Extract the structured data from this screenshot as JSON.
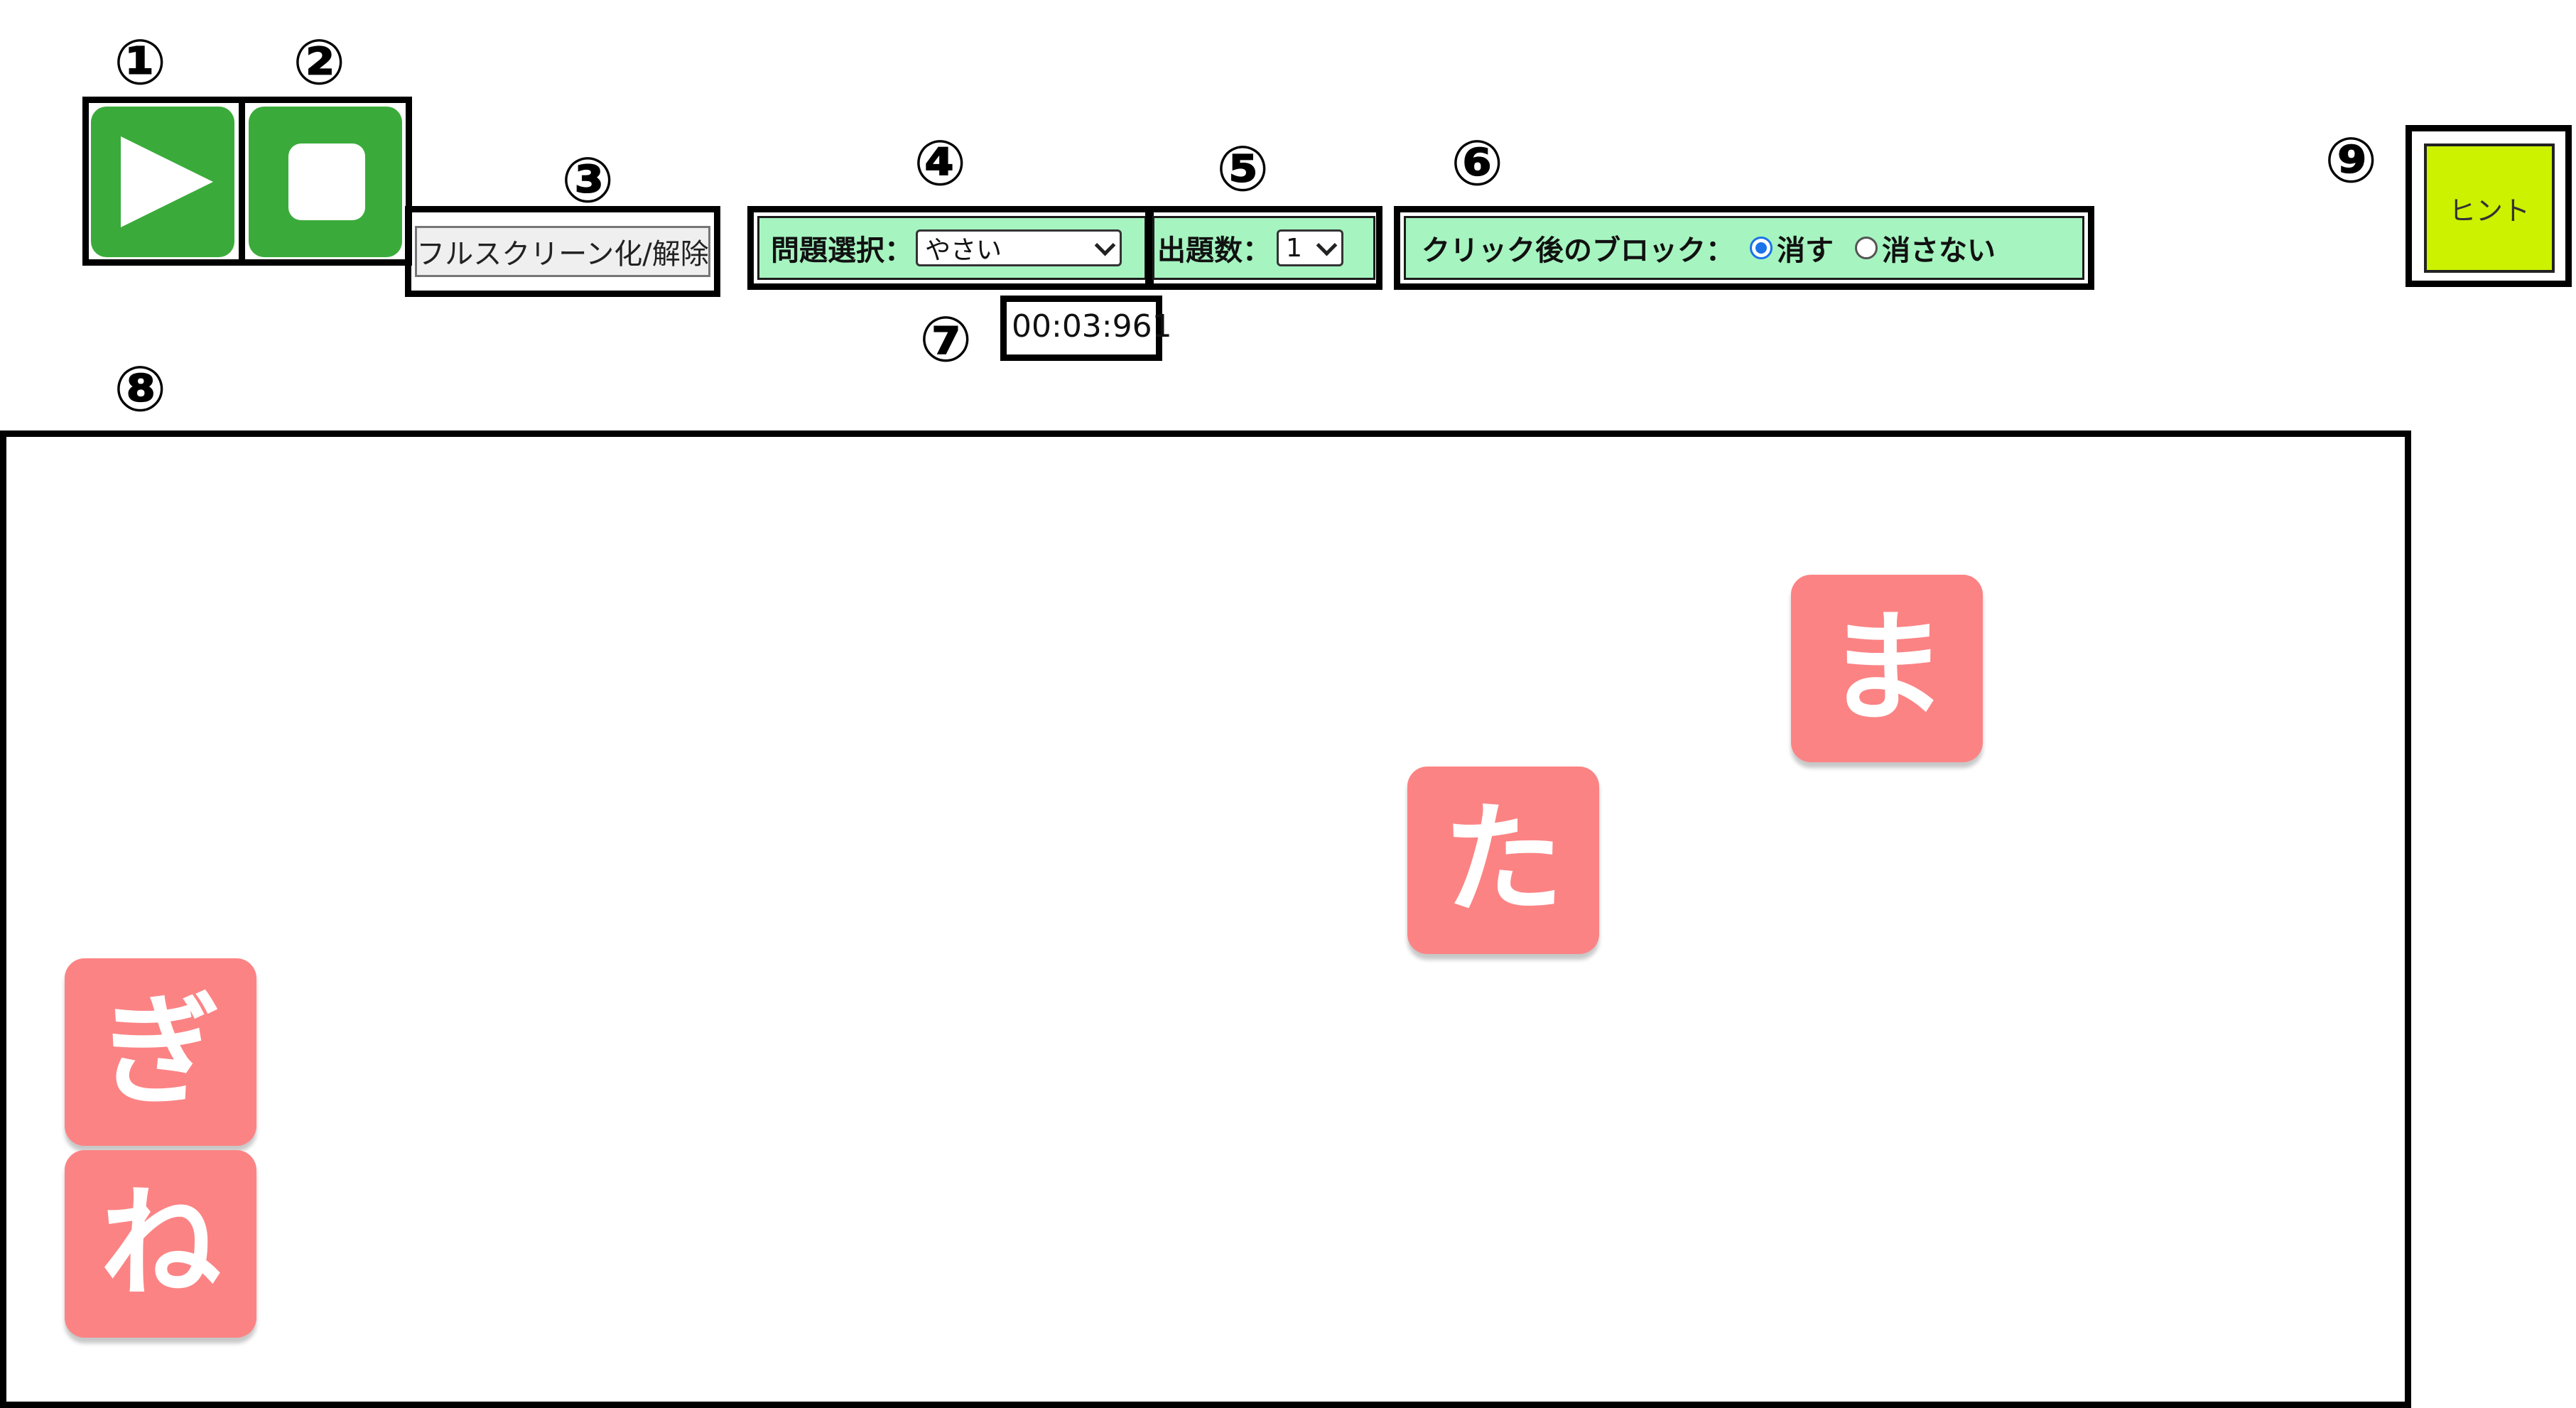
{
  "annotations": {
    "n1": "①",
    "n2": "②",
    "n3": "③",
    "n4": "④",
    "n5": "⑤",
    "n6": "⑥",
    "n7": "⑦",
    "n8": "⑧",
    "n9": "⑨"
  },
  "controls": {
    "play_icon": "play-icon",
    "stop_icon": "stop-icon",
    "fullscreen_label": "フルスクリーン化/解除"
  },
  "problem_select": {
    "label": "問題選択：",
    "selected": "やさい"
  },
  "question_count": {
    "label": "出題数：",
    "selected": "1"
  },
  "after_click": {
    "label": "クリック後のブロック：",
    "options": [
      {
        "label": "消す",
        "checked": true
      },
      {
        "label": "消さない",
        "checked": false
      }
    ]
  },
  "timer": "00:03:961",
  "hint_label": "ヒント",
  "blocks": [
    {
      "char": "ま"
    },
    {
      "char": "た"
    },
    {
      "char": "ぎ"
    },
    {
      "char": "ね"
    }
  ],
  "colors": {
    "control_green": "#3aab3a",
    "panel_green": "#a6f4c0",
    "hint_yellow": "#ccf200",
    "block_pink": "#fc8384",
    "radio_blue": "#1a73e8"
  }
}
